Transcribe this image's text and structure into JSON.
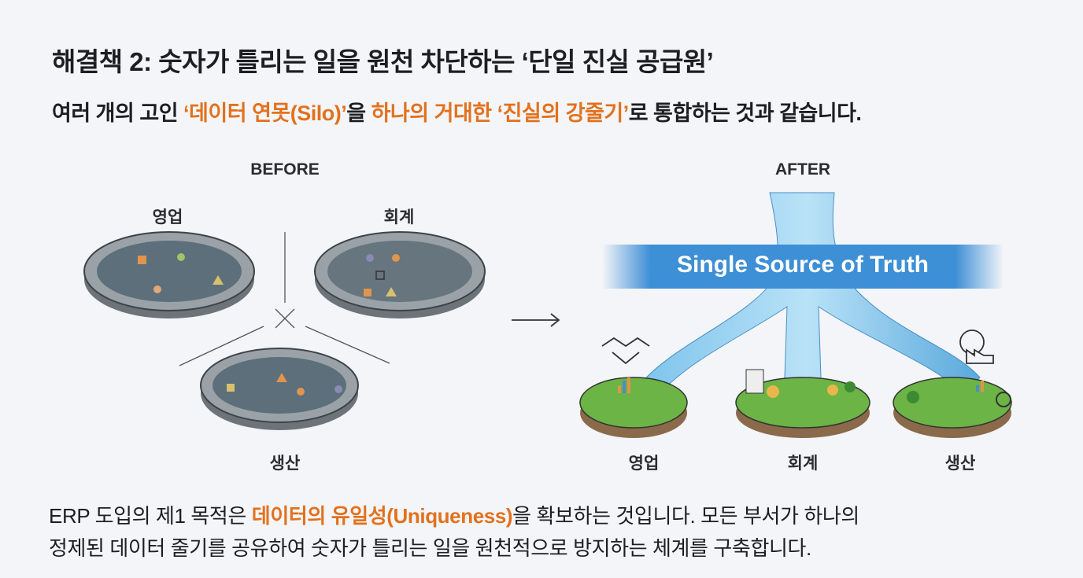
{
  "title": "해결책 2: 숫자가 틀리는 일을 원천 차단하는 ‘단일 진실 공급원’",
  "subtitle": {
    "p1": "여러 개의 고인 ",
    "h1": "‘데이터 연못(Silo)’",
    "p2": "을 ",
    "h2": "하나의 거대한 ‘진실의 강줄기’",
    "p3": "로 통합하는 것과 같습니다."
  },
  "before": {
    "heading": "BEFORE",
    "ponds": [
      "영업",
      "회계",
      "생산"
    ]
  },
  "after": {
    "heading": "AFTER",
    "banner": "Single Source of Truth",
    "islands": [
      "영업",
      "회계",
      "생산"
    ]
  },
  "body": {
    "p1": "ERP 도입의 제1 목적은 ",
    "h1": "데이터의 유일성(Uniqueness)",
    "p2": "을 확보하는 것입니다. 모든 부서가 하나의",
    "line2": "정제된 데이터 줄기를 공유하여 숫자가 틀리는 일을 원천적으로 방지하는 체계를 구축합니다."
  },
  "colors": {
    "accent": "#e2711d",
    "water": "#5aa9dd",
    "grass": "#6bb445",
    "pond": "#5c6f7a"
  }
}
